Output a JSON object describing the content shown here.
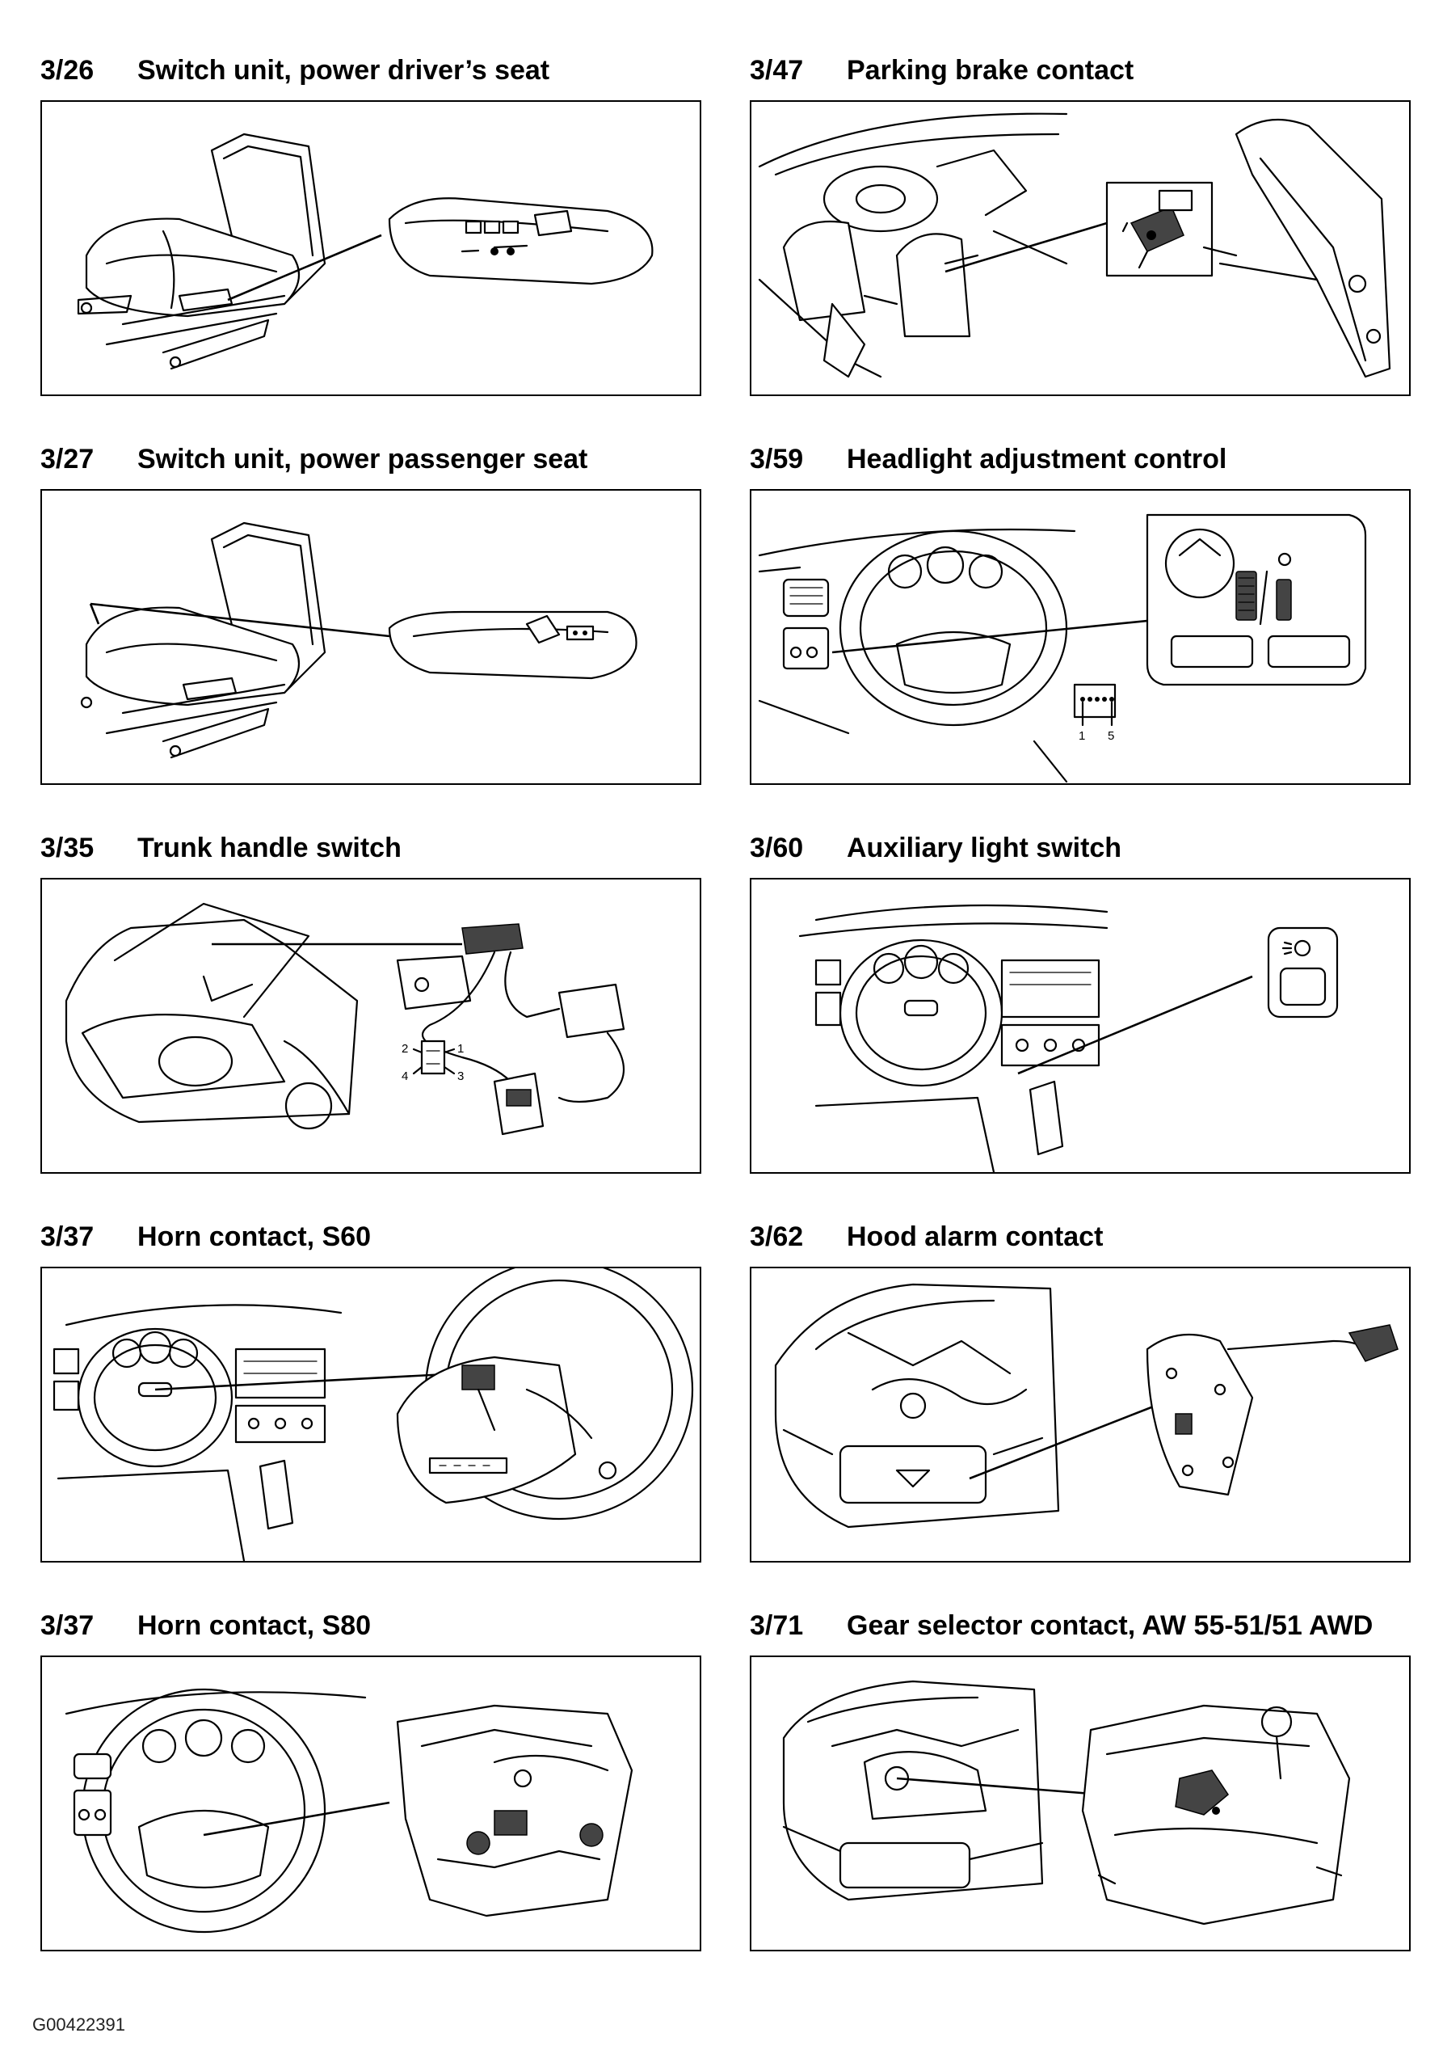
{
  "panels": [
    {
      "code": "3/26",
      "title": "Switch unit, power driver’s seat"
    },
    {
      "code": "3/47",
      "title": "Parking brake contact"
    },
    {
      "code": "3/27",
      "title": "Switch unit, power passenger seat"
    },
    {
      "code": "3/59",
      "title": "Headlight adjustment control"
    },
    {
      "code": "3/35",
      "title": "Trunk handle switch"
    },
    {
      "code": "3/60",
      "title": "Auxiliary light switch"
    },
    {
      "code": "3/37",
      "title": "Horn contact, S60"
    },
    {
      "code": "3/62",
      "title": "Hood alarm contact"
    },
    {
      "code": "3/37",
      "title": "Horn contact, S80"
    },
    {
      "code": "3/71",
      "title": "Gear selector contact, AW 55-51/51 AWD"
    }
  ],
  "labels": {
    "headlight_pins": [
      "1",
      "5"
    ],
    "trunk_pins": [
      "2",
      "1",
      "4",
      "3"
    ]
  },
  "footer": {
    "doc_id": "G00422391"
  }
}
